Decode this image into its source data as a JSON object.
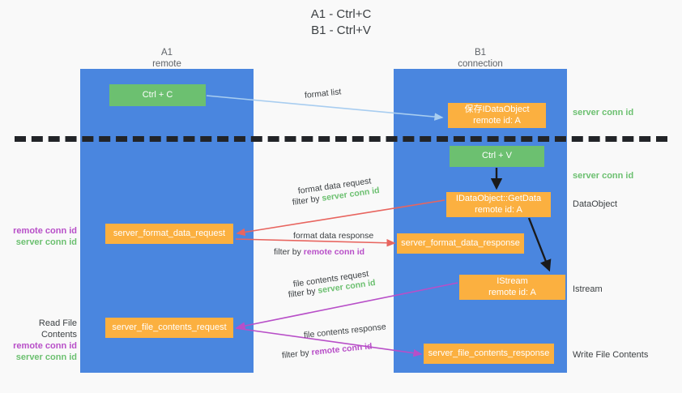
{
  "title": {
    "line1": "A1 - Ctrl+C",
    "line2": "B1 - Ctrl+V"
  },
  "lanes": [
    {
      "id": "a1",
      "name": "A1",
      "role": "remote"
    },
    {
      "id": "b1",
      "name": "B1",
      "role": "connection"
    }
  ],
  "boxes": {
    "ctrl_c": {
      "label": "Ctrl + C",
      "color": "#6cc070"
    },
    "ctrl_v": {
      "label": "Ctrl + V",
      "color": "#6cc070"
    },
    "save_idataobject": {
      "line1": "保存IDataObject",
      "line2": "remote id: A",
      "color": "#fbb040"
    },
    "getdata": {
      "line1": "IDataObject::GetData",
      "line2": "remote id: A",
      "color": "#fbb040"
    },
    "format_data_response": {
      "label": "server_format_data_response",
      "color": "#fbb040"
    },
    "istream": {
      "line1": "IStream",
      "line2": "remote id: A",
      "color": "#fbb040"
    },
    "file_contents_response": {
      "label": "server_file_contents_response",
      "color": "#fbb040"
    },
    "format_data_request": {
      "label": "server_format_data_request",
      "color": "#fbb040"
    },
    "file_contents_request": {
      "label": "server_file_contents_request",
      "color": "#fbb040"
    }
  },
  "edges": {
    "format_list": {
      "label": "format list",
      "color": "#a8cdf0"
    },
    "format_data_request": {
      "label": "format data request",
      "filter_prefix": "filter by",
      "filter_value": "server conn id",
      "color": "#e8655f"
    },
    "format_data_response": {
      "label": "format data response",
      "filter_prefix": "filter by",
      "filter_value": "remote conn id",
      "color": "#e8655f"
    },
    "file_contents_request": {
      "label": "file contents request",
      "filter_prefix": "filter by",
      "filter_value": "server conn id",
      "color": "#c councils"
    },
    "file_contents_response": {
      "label": "file contents response",
      "filter_prefix": "filter by",
      "filter_value": "remote conn id",
      "color": "#b84fc8"
    }
  },
  "side_labels": {
    "right": {
      "server_conn_id_top": "server conn id",
      "server_conn_id_mid": "server conn id",
      "dataobject": "DataObject",
      "istream": "Istream",
      "write_file_contents": "Write File Contents"
    },
    "left": {
      "remote_conn_id_1": "remote conn id",
      "server_conn_id_1": "server conn id",
      "read_file_contents": "Read File Contents",
      "remote_conn_id_2": "remote conn id",
      "server_conn_id_2": "server conn id"
    }
  },
  "colors": {
    "lane_blue": "#4a86df",
    "box_green": "#6cc070",
    "box_orange": "#fbb040",
    "accent_green_text": "#6cc070",
    "accent_purple_text": "#b84fc8",
    "arrow_red": "#e8655f",
    "arrow_purple": "#b84fc8",
    "arrow_lightblue": "#a8cdf0",
    "arrow_black": "#1a1a1a",
    "background": "#f9f9f9"
  }
}
